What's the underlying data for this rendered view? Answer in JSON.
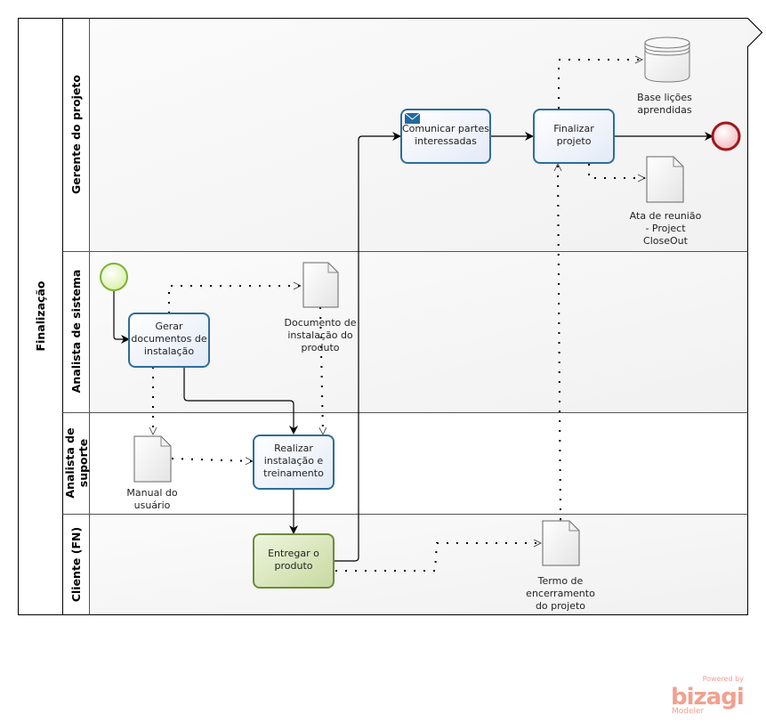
{
  "pool": {
    "name": "Finalização",
    "lanes": [
      {
        "id": "gerente",
        "name": "Gerente do projeto"
      },
      {
        "id": "analista-sistema",
        "name": "Analista de sistema"
      },
      {
        "id": "analista-suporte",
        "name": [
          "Analista de",
          "suporte"
        ]
      },
      {
        "id": "cliente",
        "name": "Cliente (FN)"
      }
    ]
  },
  "events": {
    "start": {
      "type": "start",
      "lane": "analista-sistema"
    },
    "end": {
      "type": "end",
      "lane": "gerente"
    }
  },
  "tasks": {
    "gerar": {
      "lines": [
        "Gerar",
        "documentos de",
        "instalação"
      ],
      "lane": "analista-sistema"
    },
    "realizar": {
      "lines": [
        "Realizar",
        "instalação e",
        "treinamento"
      ],
      "lane": "analista-suporte"
    },
    "entregar": {
      "lines": [
        "Entregar o",
        "produto"
      ],
      "lane": "cliente"
    },
    "comunicar": {
      "lines": [
        "Comunicar partes",
        "interessadas"
      ],
      "lane": "gerente",
      "marker": "envelope-icon"
    },
    "finalizar": {
      "lines": [
        "Finalizar",
        "projeto"
      ],
      "lane": "gerente"
    }
  },
  "artifacts": {
    "doc_instalacao": {
      "type": "document",
      "lines": [
        "Documento de",
        "instalação do",
        "produto"
      ]
    },
    "manual": {
      "type": "document",
      "lines": [
        "Manual do",
        "usuário"
      ]
    },
    "termo": {
      "type": "document",
      "lines": [
        "Termo de",
        "encerramento",
        "do projeto"
      ]
    },
    "base": {
      "type": "data-store",
      "lines": [
        "Base lições",
        "aprendidas"
      ]
    },
    "ata": {
      "type": "document",
      "lines": [
        "Ata de reunião",
        "- Project",
        "CloseOut"
      ]
    }
  },
  "flows": [
    {
      "from": "start",
      "to": "gerar",
      "type": "sequence"
    },
    {
      "from": "gerar",
      "to": "realizar",
      "type": "sequence"
    },
    {
      "from": "realizar",
      "to": "entregar",
      "type": "sequence"
    },
    {
      "from": "entregar",
      "to": "comunicar",
      "type": "sequence"
    },
    {
      "from": "comunicar",
      "to": "finalizar",
      "type": "sequence"
    },
    {
      "from": "finalizar",
      "to": "end",
      "type": "sequence"
    },
    {
      "from": "gerar",
      "to": "doc_instalacao",
      "type": "association"
    },
    {
      "from": "gerar",
      "to": "manual",
      "type": "association"
    },
    {
      "from": "doc_instalacao",
      "to": "realizar",
      "type": "association"
    },
    {
      "from": "manual",
      "to": "realizar",
      "type": "association"
    },
    {
      "from": "entregar",
      "to": "termo",
      "type": "association"
    },
    {
      "from": "termo",
      "to": "finalizar",
      "type": "association"
    },
    {
      "from": "finalizar",
      "to": "base",
      "type": "association"
    },
    {
      "from": "finalizar",
      "to": "ata",
      "type": "association"
    }
  ],
  "colors": {
    "task_border": "#2c6e9a",
    "task_fill": "#eef3fb",
    "task_green_border": "#6d8b3c",
    "task_green_fill": "#d6e4b6",
    "start_border": "#7ab32e",
    "start_fill": "#e6f5c4",
    "end_border": "#a3151a",
    "end_fill": "#f6d0d2",
    "envelope": "#1f6aa0"
  },
  "watermark": {
    "powered": "Powered by",
    "brand": "bizagi",
    "product": "Modeler"
  }
}
